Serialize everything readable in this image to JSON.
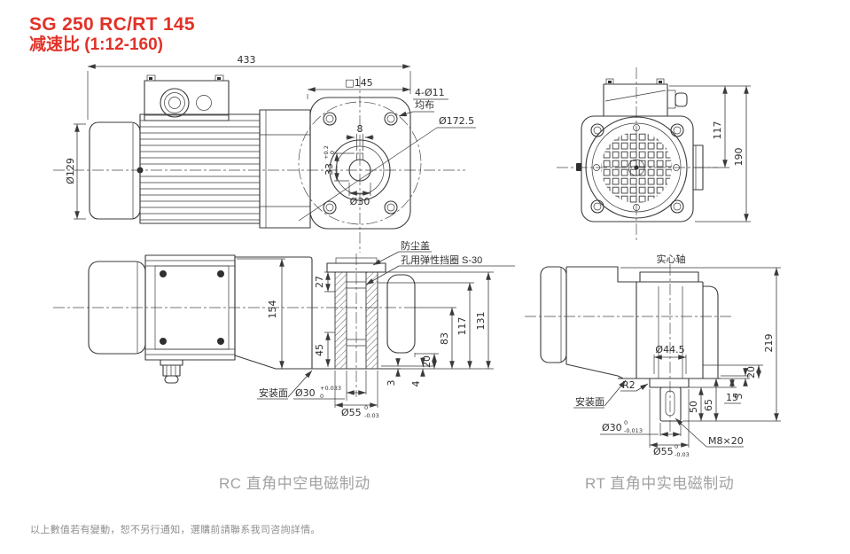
{
  "title": {
    "line1": "SG 250 RC/RT 145",
    "line2": "减速比 (1:12-160)"
  },
  "views": {
    "rc_side": {
      "len433": "433",
      "sq145": "□145",
      "holes": "4-Ø11",
      "holes_note": "均布",
      "pcd": "Ø172.5",
      "key_w": "8",
      "key_h": "33",
      "key_h_tol_up": "+0.2",
      "key_h_tol_dn": "0",
      "bore": "Ø30",
      "motor_dia": "Ø129"
    },
    "rc_front": {
      "h117": "117",
      "h190": "190"
    },
    "rc_top": {
      "dust_cover": "防尘盖",
      "circlip": "孔用弹性挡圈 S-30",
      "mount_face": "安装面",
      "d154": "154",
      "d27": "27",
      "d45": "45",
      "d131": "131",
      "d117": "117",
      "d83": "83",
      "d20": "20",
      "d3": "3",
      "d4": "4",
      "bore": "Ø30",
      "bore_tol_up": "+0.033",
      "bore_tol_dn": "0",
      "hub": "Ø55",
      "hub_tol_up": "0",
      "hub_tol_dn": "-0.03"
    },
    "rt_side": {
      "solid_shaft": "实心轴",
      "mount_face": "安装面",
      "r2": "R2",
      "flange_dia": "Ø44.5",
      "d219": "219",
      "d20": "20",
      "d3": "3",
      "d15": "15",
      "d65": "65",
      "d50": "50",
      "shaft_dia": "Ø30",
      "shaft_tol_up": "0",
      "shaft_tol_dn": "-0.013",
      "hub_dia": "Ø55",
      "hub_tol_up": "0",
      "hub_tol_dn": "-0.03",
      "thread": "M8×20"
    }
  },
  "captions": {
    "rc": "RC 直角中空电磁制动",
    "rt": "RT 直角中实电磁制动"
  },
  "footer": "以上數值若有變動，恕不另行通知，選購前請聯系我司咨詢詳情。",
  "colors": {
    "title_red": "#e13228",
    "line_dark": "#3a3a3a",
    "caption_gray": "#a2a2a2",
    "footer_gray": "#8f8f8f"
  }
}
